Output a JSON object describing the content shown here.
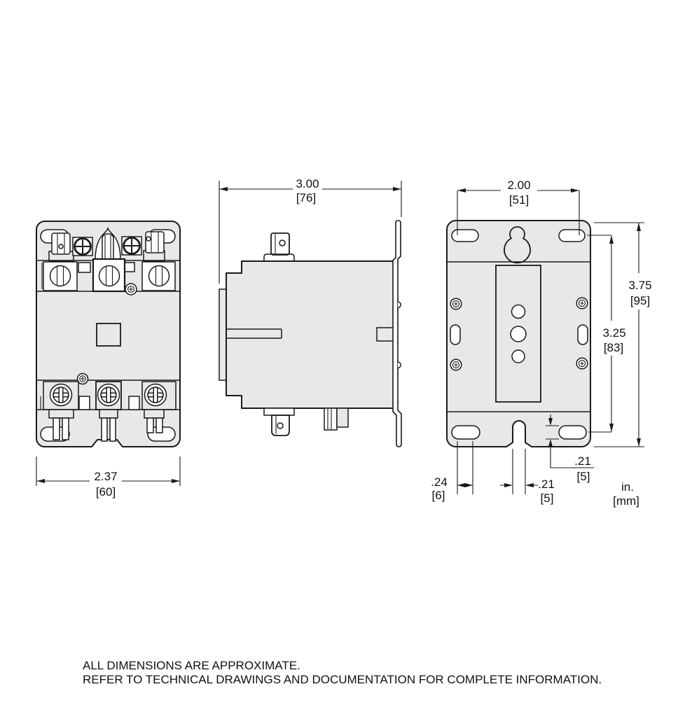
{
  "drawing": {
    "type": "dimensional-outline-drawing",
    "subject": "definite purpose contactor, three views (front, side, back mounting plate)",
    "units_label": {
      "inches": "in.",
      "millimeters": "[mm]"
    },
    "dimensions": {
      "front_width": {
        "in": "2.37",
        "mm": "[60]"
      },
      "side_depth": {
        "in": "3.00",
        "mm": "[76]"
      },
      "back_slot_spacing": {
        "in": "2.00",
        "mm": "[51]"
      },
      "back_height": {
        "in": "3.75",
        "mm": "[95]"
      },
      "back_slot_span": {
        "in": "3.25",
        "mm": "[83]"
      },
      "back_slot_width": {
        "in": ".24",
        "mm": "[6]"
      },
      "back_notch_width": {
        "in": ".21",
        "mm": "[5]"
      },
      "back_slot_height": {
        "in": ".21",
        "mm": "[5]"
      }
    },
    "footer": {
      "line1": "ALL DIMENSIONS ARE APPROXIMATE.",
      "line2": "REFER TO TECHNICAL DRAWINGS AND DOCUMENTATION FOR COMPLETE INFORMATION."
    },
    "colors": {
      "background": "#ffffff",
      "body_fill": "#e8e8e8",
      "line": "#1a1a1a"
    }
  }
}
